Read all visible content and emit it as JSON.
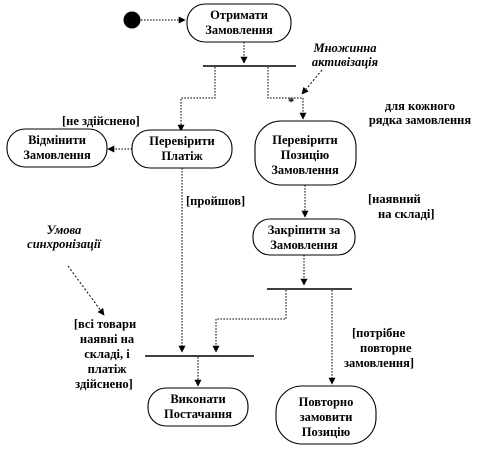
{
  "nodes": {
    "receive_order": [
      "Отримати",
      "Замовлення"
    ],
    "cancel_order": [
      "Відмінити",
      "Замовлення"
    ],
    "check_payment": [
      "Перевірити",
      "Платіж"
    ],
    "check_order_item": [
      "Перевірити",
      "Позицію",
      "Замовлення"
    ],
    "reserve_item": [
      "Закріпити за",
      "Замовлення"
    ],
    "ship": [
      "Виконати",
      "Постачання"
    ],
    "reorder_item": [
      "Повторно",
      "замовити",
      "Позицію"
    ]
  },
  "guards": {
    "not_done": "[не здійснено]",
    "passed": "[пройшов]",
    "in_stock": [
      "[наявний",
      "на складі]"
    ],
    "all_in_stock": [
      "[всі товари",
      "наявні на",
      "складі, і",
      "платіж",
      "здійснено]"
    ],
    "need_reorder": [
      "[потрібне",
      "повторне",
      "замовлення]"
    ]
  },
  "notes": {
    "multiple_activation": [
      "Множинна",
      "активізація"
    ],
    "sync_condition": [
      "Умова",
      "синхронізації"
    ],
    "for_each_line": [
      "для кожного",
      "рядка замовлення"
    ],
    "multiplicity": "*"
  }
}
